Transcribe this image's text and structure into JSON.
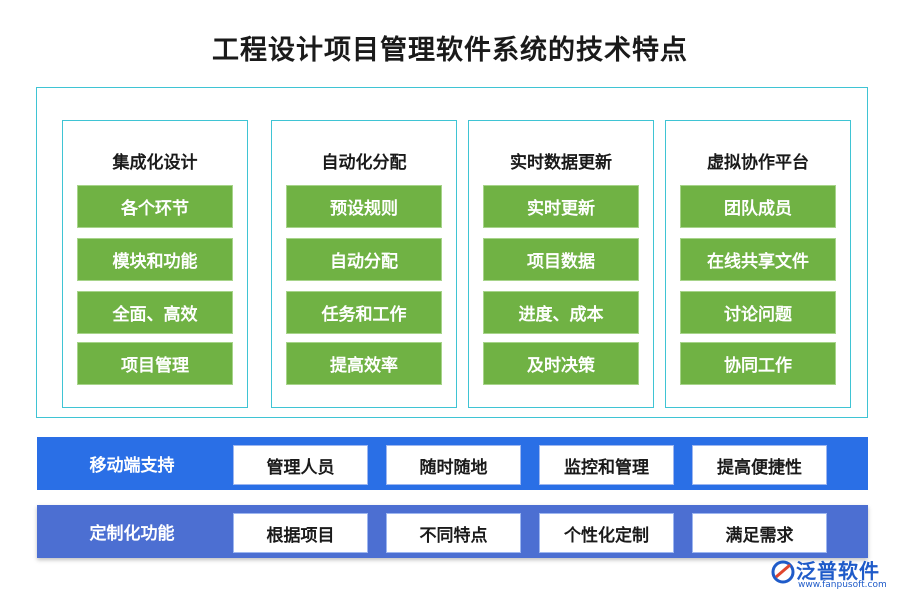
{
  "title": "工程设计项目管理软件系统的技术特点",
  "columns": [
    {
      "title": "集成化设计",
      "items": [
        "各个环节",
        "模块和功能",
        "全面、高效",
        "项目管理"
      ]
    },
    {
      "title": "自动化分配",
      "items": [
        "预设规则",
        "自动分配",
        "任务和工作",
        "提高效率"
      ]
    },
    {
      "title": "实时数据更新",
      "items": [
        "实时更新",
        "项目数据",
        "进度、成本",
        "及时决策"
      ]
    },
    {
      "title": "虚拟协作平台",
      "items": [
        "团队成员",
        "在线共享文件",
        "讨论问题",
        "协同工作"
      ]
    }
  ],
  "mobile": {
    "label": "移动端支持",
    "items": [
      "管理人员",
      "随时随地",
      "监控和管理",
      "提高便捷性"
    ]
  },
  "custom": {
    "label": "定制化功能",
    "items": [
      "根据项目",
      "不同特点",
      "个性化定制",
      "满足需求"
    ]
  },
  "logo": {
    "name": "泛普软件",
    "url": "www.fanpusoft.com"
  },
  "colors": {
    "green": "#70b244",
    "frame": "#3fc4d4",
    "mobile_band": "#2a6fe6",
    "custom_band": "#4c6fd2",
    "logo": "#1f5bc9"
  }
}
